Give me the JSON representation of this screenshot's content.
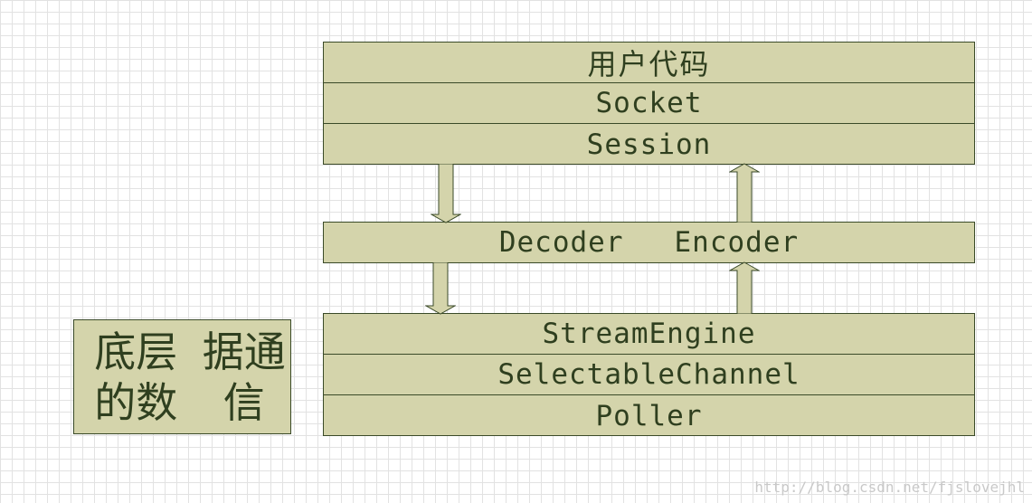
{
  "top_stack": [
    "用户代码",
    "Socket",
    "Session"
  ],
  "codec": {
    "decoder": "Decoder",
    "encoder": "Encoder"
  },
  "bottom_stack": [
    "StreamEngine",
    "SelectableChannel",
    "Poller"
  ],
  "side_label": "底层的数据通信",
  "watermark": "http://blog.csdn.net/fjslovejhl",
  "colors": {
    "box_fill": "#d4d4ab",
    "box_border": "#3a4a28",
    "text": "#2f3f1f",
    "grid": "#e2e2e2"
  }
}
